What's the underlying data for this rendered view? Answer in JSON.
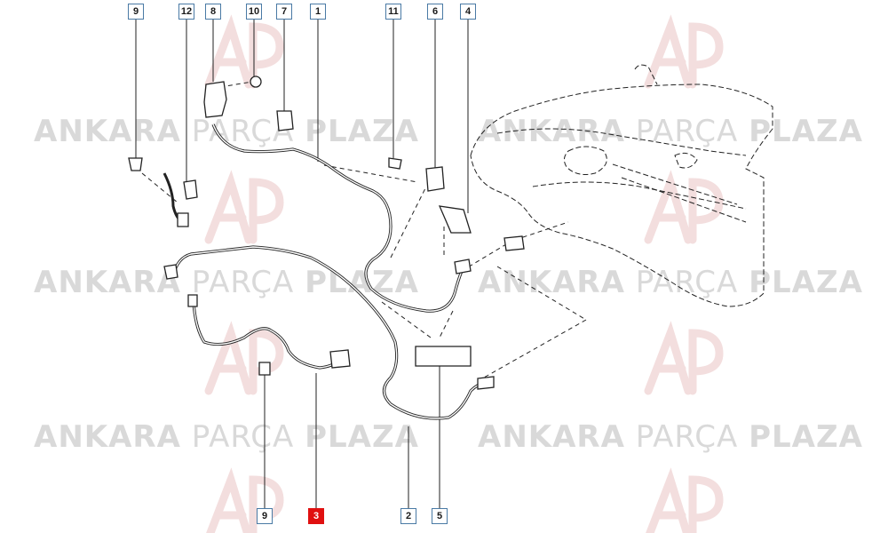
{
  "watermark": {
    "brand_bold_1": "ANKARA",
    "brand_light": "PARÇA",
    "brand_bold_2": "PLAZA"
  },
  "callouts": {
    "top": [
      "9",
      "12",
      "8",
      "10",
      "7",
      "1",
      "11",
      "6",
      "4"
    ],
    "bottom": [
      "9",
      "3",
      "2",
      "5"
    ],
    "highlighted": "3"
  },
  "colors": {
    "callout_border": "#4a7aa5",
    "highlight": "#e01010",
    "line": "#222222",
    "watermark": "#d9d9d9"
  }
}
